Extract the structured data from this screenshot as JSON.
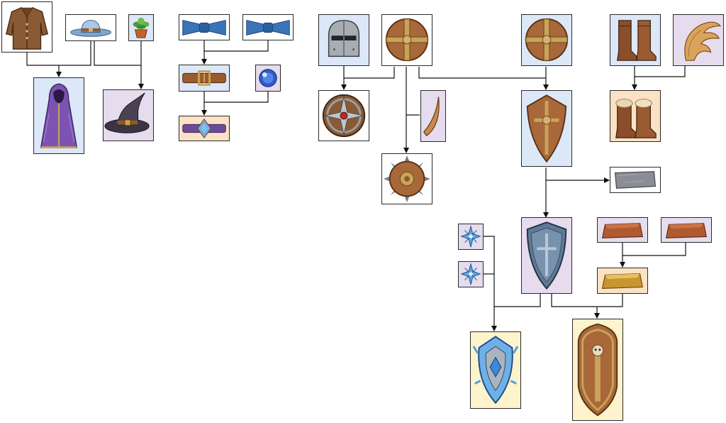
{
  "tiers": {
    "base": "#ffffff",
    "common": "#dce8f8",
    "rare": "#e6dcee",
    "epic": "#fbe2c4",
    "legendary": "#fdf3cd"
  },
  "items": [
    {
      "id": "coat",
      "icon": "leather-coat-icon",
      "tier": "base"
    },
    {
      "id": "hat",
      "icon": "blue-hat-icon",
      "tier": "base"
    },
    {
      "id": "herb",
      "icon": "potted-herb-icon",
      "tier": "common"
    },
    {
      "id": "robe",
      "icon": "purple-robe-icon",
      "tier": "common"
    },
    {
      "id": "witchhat",
      "icon": "witch-hat-icon",
      "tier": "rare"
    },
    {
      "id": "ribbon1",
      "icon": "blue-ribbon-icon",
      "tier": "base"
    },
    {
      "id": "ribbon2",
      "icon": "blue-ribbon-icon",
      "tier": "base"
    },
    {
      "id": "belt",
      "icon": "leather-belt-icon",
      "tier": "common"
    },
    {
      "id": "orb",
      "icon": "mana-orb-icon",
      "tier": "rare"
    },
    {
      "id": "jewelbelt",
      "icon": "jeweled-belt-icon",
      "tier": "epic"
    },
    {
      "id": "helmet",
      "icon": "steel-helmet-icon",
      "tier": "common"
    },
    {
      "id": "buckler1",
      "icon": "wooden-buckler-icon",
      "tier": "base"
    },
    {
      "id": "buckler2",
      "icon": "wooden-buckler-icon",
      "tier": "base"
    },
    {
      "id": "compassshield",
      "icon": "compass-shield-icon",
      "tier": "rare"
    },
    {
      "id": "fang",
      "icon": "beast-fang-icon",
      "tier": "base"
    },
    {
      "id": "spikedshield",
      "icon": "spiked-shield-icon",
      "tier": "common"
    },
    {
      "id": "kiteshield",
      "icon": "kite-shield-icon",
      "tier": "common"
    },
    {
      "id": "boots",
      "icon": "leather-boots-icon",
      "tier": "common"
    },
    {
      "id": "tail",
      "icon": "fur-tail-icon",
      "tier": "rare"
    },
    {
      "id": "furboots",
      "icon": "fur-boots-icon",
      "tier": "epic"
    },
    {
      "id": "stone",
      "icon": "stone-slab-icon",
      "tier": "base"
    },
    {
      "id": "star1",
      "icon": "frost-star-icon",
      "tier": "rare"
    },
    {
      "id": "star2",
      "icon": "frost-star-icon",
      "tier": "rare"
    },
    {
      "id": "steelshield",
      "icon": "steel-shield-icon",
      "tier": "rare"
    },
    {
      "id": "brick1",
      "icon": "copper-ingot-icon",
      "tier": "rare"
    },
    {
      "id": "brick2",
      "icon": "copper-ingot-icon",
      "tier": "rare"
    },
    {
      "id": "goldbar",
      "icon": "gold-ingot-icon",
      "tier": "epic"
    },
    {
      "id": "frostshield",
      "icon": "frost-shield-icon",
      "tier": "legendary"
    },
    {
      "id": "towershield",
      "icon": "tower-shield-icon",
      "tier": "legendary"
    }
  ]
}
